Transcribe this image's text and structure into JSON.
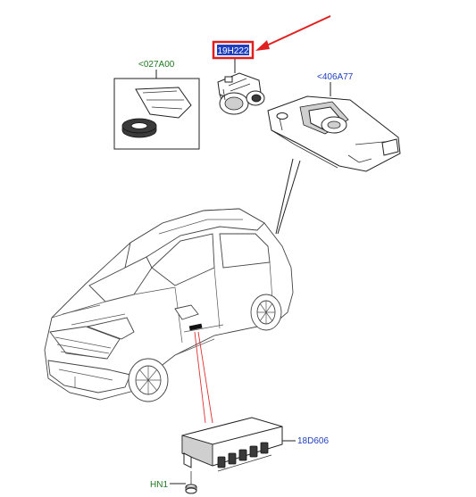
{
  "callouts": {
    "highlighted_part": "19H222",
    "tape_kit": "<027A00",
    "camera_bracket": "<406A77",
    "control_module": "18D606",
    "fastener": "HN1"
  },
  "colors": {
    "highlight_box": "#e02020",
    "highlight_fill": "#1f3fbf",
    "arrow": "#e02020",
    "label_blue": "#1f3fbf",
    "label_green": "#1f7a1f",
    "leader_red": "#e03030"
  }
}
